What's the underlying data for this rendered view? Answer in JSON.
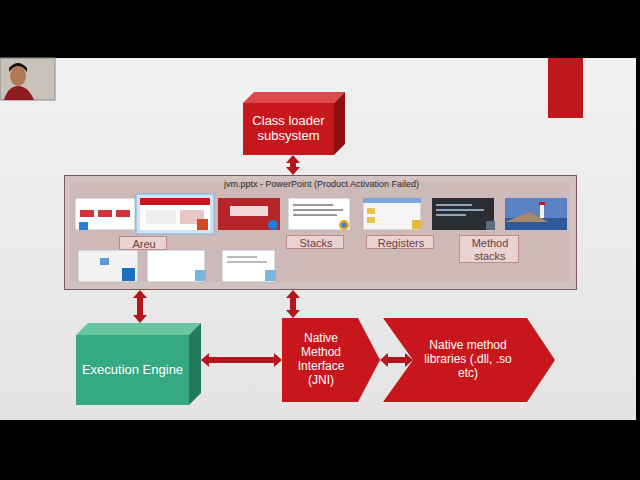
{
  "diagram": {
    "nodes": [
      {
        "text": [
          "Class loader subsystem"
        ]
      },
      {
        "text": [
          "jvm.pptx - PowerPoint (Product Activation Failed)"
        ]
      },
      {
        "text": [
          "Areu"
        ],
        "in": 1
      },
      {
        "text": [
          "Stacks"
        ],
        "in": 1
      },
      {
        "text": [
          "Registers"
        ],
        "in": 1
      },
      {
        "text": [
          "Method stacks"
        ],
        "in": 1
      },
      {
        "text": [
          "Execution Engine"
        ]
      },
      {
        "text": [
          "Native Method Interface (JNI)"
        ]
      },
      {
        "text": [
          "Native method libraries (.dll, .so etc)"
        ]
      }
    ],
    "edges": [
      {
        "from": 0,
        "to": 1,
        "arrow": "both"
      },
      {
        "from": 1,
        "to": 6,
        "arrow": "both"
      },
      {
        "from": 1,
        "to": 7,
        "arrow": "both"
      },
      {
        "from": 6,
        "to": 7,
        "arrow": "both"
      },
      {
        "from": 7,
        "to": 8,
        "arrow": "both"
      }
    ]
  }
}
